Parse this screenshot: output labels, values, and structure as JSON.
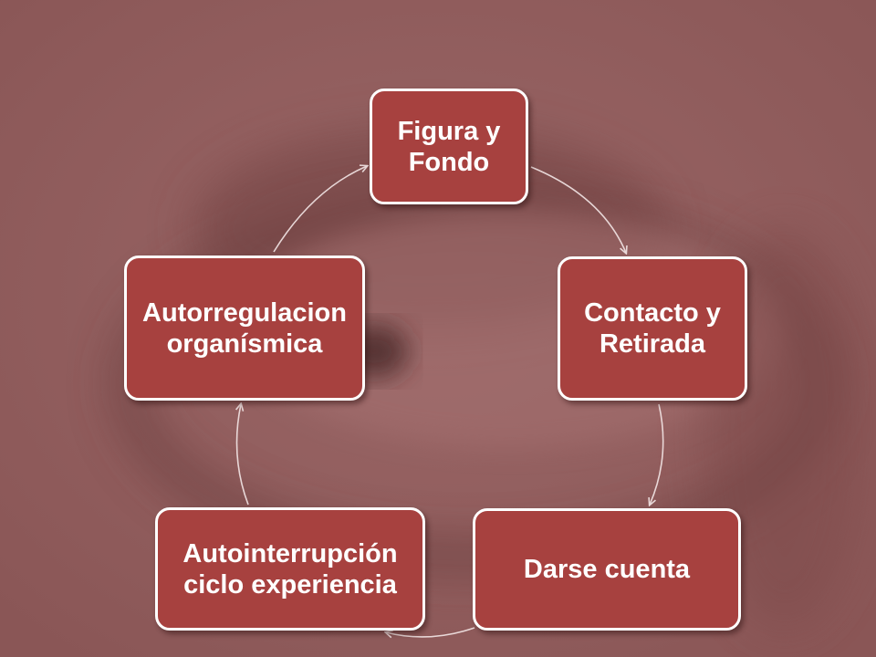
{
  "diagram": {
    "background_color": "#8e5a5a",
    "node_color": "#a7413f",
    "border_color": "#ffffff",
    "arrow_color": "#f3e6e6",
    "nodes": [
      {
        "id": "figura-fondo",
        "label": "Figura y\nFondo"
      },
      {
        "id": "contacto-retirada",
        "label": "Contacto y\nRetirada"
      },
      {
        "id": "darse-cuenta",
        "label": "Darse cuenta"
      },
      {
        "id": "autointerrupcion",
        "label": "Autointerrupción\nciclo experiencia"
      },
      {
        "id": "autorregulacion",
        "label": "Autorregulacion\norganísmica"
      }
    ],
    "edges": [
      {
        "from": "figura-fondo",
        "to": "contacto-retirada"
      },
      {
        "from": "contacto-retirada",
        "to": "darse-cuenta"
      },
      {
        "from": "darse-cuenta",
        "to": "autointerrupcion"
      },
      {
        "from": "autointerrupcion",
        "to": "autorregulacion"
      },
      {
        "from": "autorregulacion",
        "to": "figura-fondo"
      }
    ]
  }
}
